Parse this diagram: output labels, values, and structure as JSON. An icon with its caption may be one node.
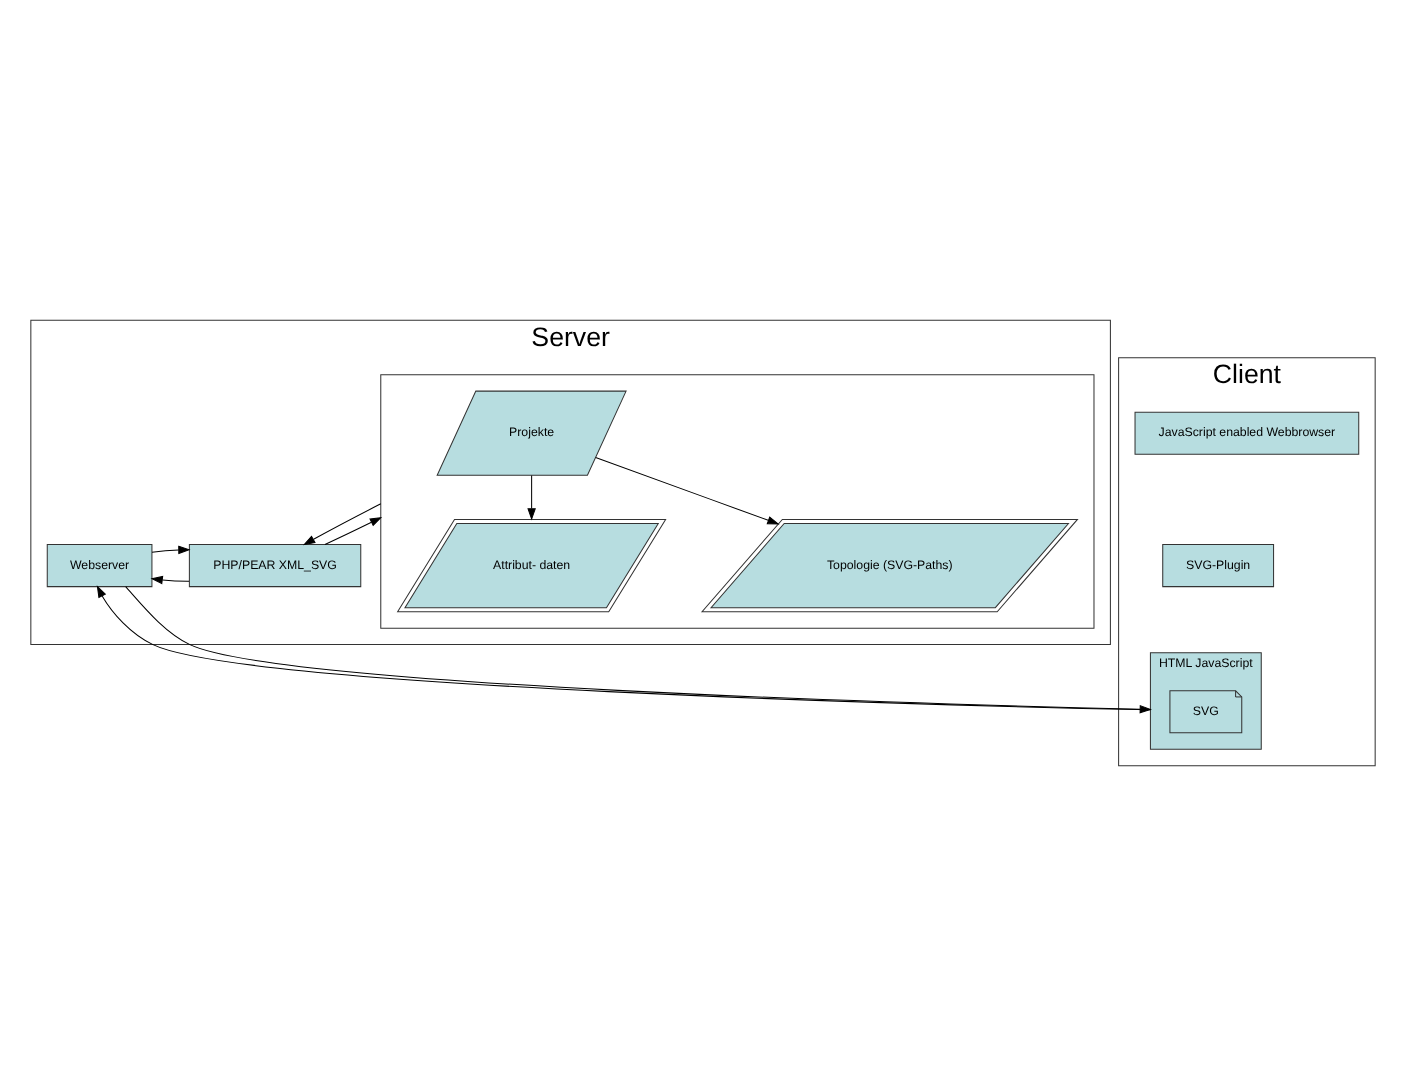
{
  "diagram": {
    "nodes": [
      {
        "text": [
          "Server"
        ]
      },
      {
        "text": [],
        "shape": "box",
        "in": 0
      },
      {
        "text": [
          "Projekte"
        ],
        "in": 1
      },
      {
        "text": [
          "Attribut- daten"
        ],
        "in": 1
      },
      {
        "text": [
          "Topologie (SVG-Paths)"
        ],
        "in": 1
      },
      {
        "text": [
          "PHP/PEAR XML_SVG"
        ],
        "in": 0
      },
      {
        "text": [
          "Webserver"
        ],
        "in": 0
      },
      {
        "text": [
          "Client"
        ]
      },
      {
        "text": [
          "JavaScript enabled Webbrowser"
        ],
        "in": 7
      },
      {
        "text": [
          "SVG-Plugin"
        ],
        "in": 7
      },
      {
        "text": [
          "HTML JavaScript"
        ],
        "in": 7
      },
      {
        "text": [
          "SVG"
        ],
        "in": 10
      }
    ],
    "edges": [
      {
        "from": 2,
        "to": 3,
        "arrow": "to"
      },
      {
        "from": 2,
        "to": 4,
        "arrow": "to"
      },
      {
        "from": 1,
        "to": 5,
        "arrow": "to"
      },
      {
        "from": 5,
        "to": 1,
        "arrow": "to"
      },
      {
        "from": 5,
        "to": 6,
        "arrow": "to"
      },
      {
        "from": 6,
        "to": 5,
        "arrow": "to"
      },
      {
        "from": 6,
        "to": 10,
        "arrow": "to"
      },
      {
        "from": 10,
        "to": 6,
        "arrow": "to"
      }
    ]
  }
}
